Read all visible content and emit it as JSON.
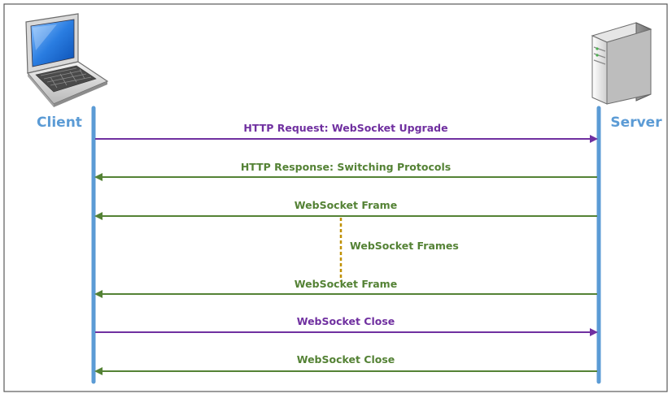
{
  "participants": {
    "client": "Client",
    "server": "Server"
  },
  "client_icon": "laptop-icon",
  "server_icon": "server-tower-icon",
  "colors": {
    "lifeline": "#5b9bd5",
    "request": "#7030a0",
    "response": "#548235",
    "frames_connector": "#bf9000",
    "participant_label": "#5b9bd5",
    "frame_border": "#595959"
  },
  "messages": [
    {
      "id": "http-request",
      "label": "HTTP Request: WebSocket Upgrade",
      "direction": "client-to-server",
      "color": "#7030a0"
    },
    {
      "id": "http-response",
      "label": "HTTP Response: Switching Protocols",
      "direction": "server-to-client",
      "color": "#548235"
    },
    {
      "id": "websocket-frame-1",
      "label": "WebSocket Frame",
      "direction": "server-to-client",
      "color": "#548235"
    },
    {
      "id": "websocket-frame-2",
      "label": "WebSocket Frame",
      "direction": "server-to-client",
      "color": "#548235"
    },
    {
      "id": "websocket-close-1",
      "label": "WebSocket Close",
      "direction": "client-to-server",
      "color": "#7030a0"
    },
    {
      "id": "websocket-close-2",
      "label": "WebSocket Close",
      "direction": "server-to-client",
      "color": "#548235"
    }
  ],
  "frames_note": "WebSocket Frames"
}
